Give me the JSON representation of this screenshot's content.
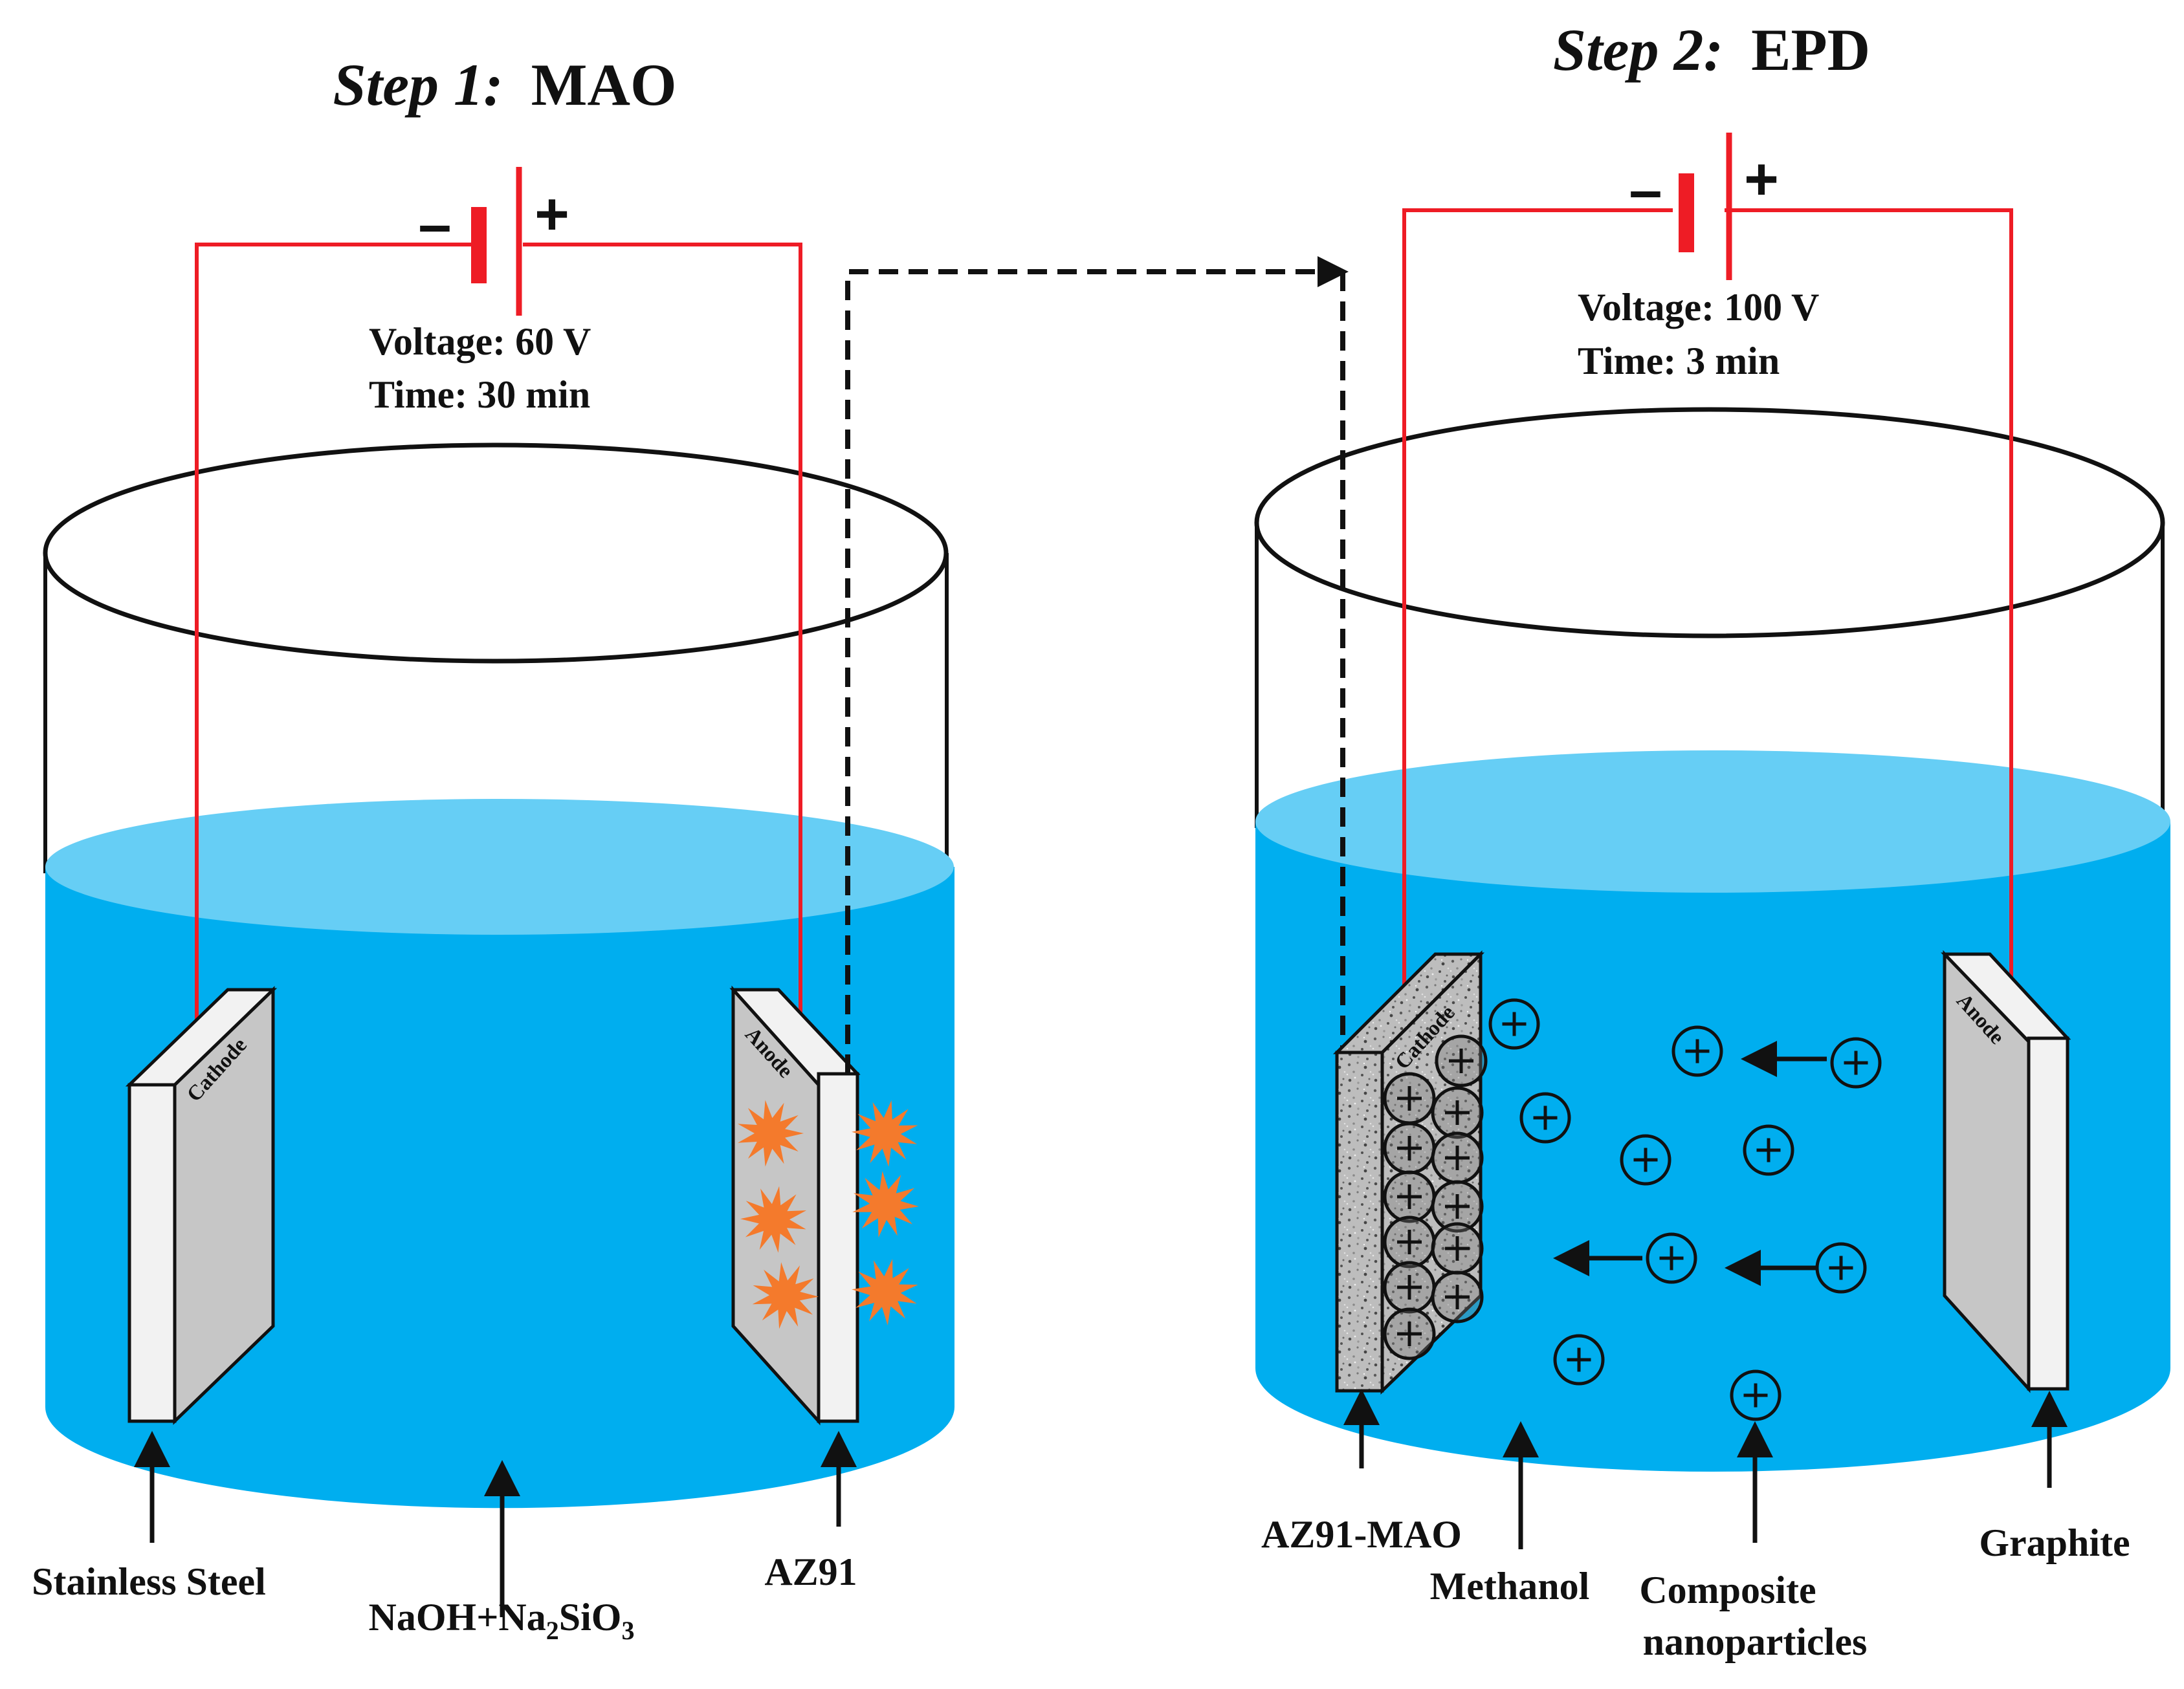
{
  "step1": {
    "title_prefix": "Step 1:",
    "title_name": "MAO",
    "voltage": "Voltage: 60 V",
    "time": "Time: 30 min",
    "electrode_left": "Cathode",
    "electrode_right": "Anode",
    "labels": {
      "left": "Stainless Steel",
      "electrolyte_a": "NaOH+Na",
      "electrolyte_sub1": "2",
      "electrolyte_b": "SiO",
      "electrolyte_sub2": "3",
      "right": "AZ91"
    }
  },
  "step2": {
    "title_prefix": "Step 2:",
    "title_name": "EPD",
    "voltage": "Voltage: 100 V",
    "time": "Time: 3 min",
    "electrode_left": "Cathode",
    "electrode_right": "Anode",
    "labels": {
      "left": "AZ91-MAO",
      "solvent": "Methanol",
      "particles_line1": "Composite",
      "particles_line2": "nanoparticles",
      "right": "Graphite"
    }
  },
  "battery": {
    "negative": "–",
    "positive": "+"
  },
  "particle_symbol": "+",
  "colors": {
    "wire": "#ee1c25",
    "liquid": "#00aeef",
    "liquid_surface": "#66cef5",
    "spark": "#f47a2c",
    "electrode_face": "#c6c6c6",
    "electrode_edge": "#f2f2f2"
  }
}
